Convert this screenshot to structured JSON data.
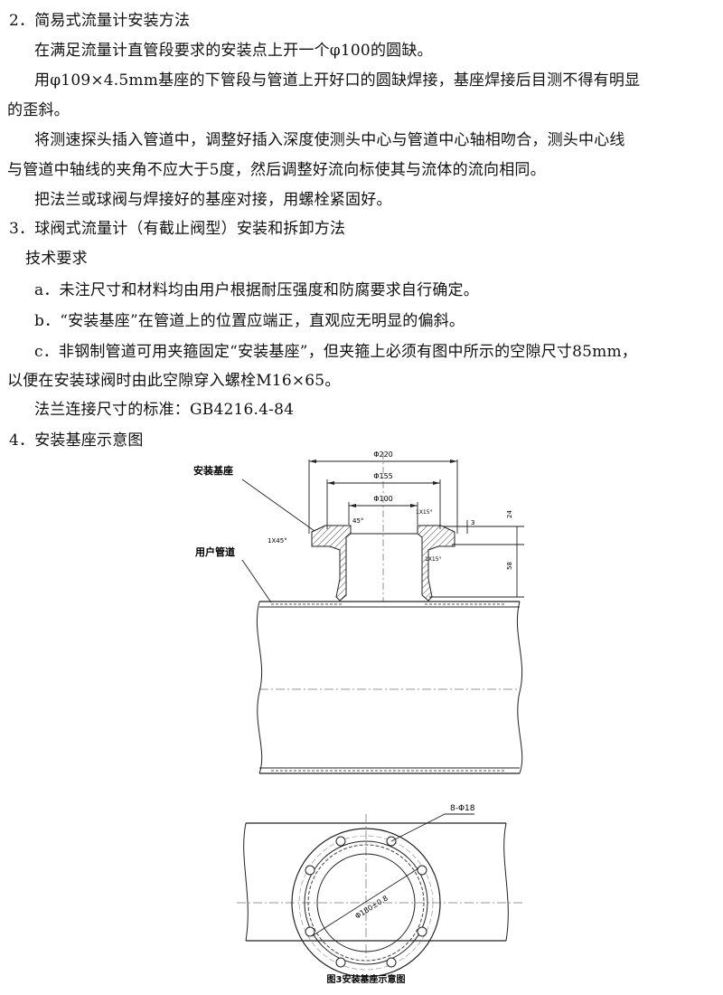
{
  "text": {
    "s2_heading": "2．简易式流量计安装方法",
    "s2_p1": "在满足流量计直管段要求的安装点上开一个φ100的圆缺。",
    "s2_p2a": "用φ109×4.5mm基座的下管段与管道上开好口的圆缺焊接，基座焊接后目测不得有明显",
    "s2_p2b": "的歪斜。",
    "s2_p3a": "将测速探头插入管道中，调整好插入深度使测头中心与管道中心轴相吻合，测头中心线",
    "s2_p3b": "与管道中轴线的夹角不应大于5度，然后调整好流向标使其与流体的流向相同。",
    "s2_p4": "把法兰或球阀与焊接好的基座对接，用螺栓紧固好。",
    "s3_heading": "3．球阀式流量计（有截止阀型）安装和拆卸方法",
    "s3_sub": "技术要求",
    "s3_a": "a．未注尺寸和材料均由用户根据耐压强度和防腐要求自行确定。",
    "s3_b": "b．“安装基座”在管道上的位置应端正，直观应无明显的偏斜。",
    "s3_c1": "c．非钢制管道可用夹箍固定“安装基座”，但夹箍上必须有图中所示的空隙尺寸85mm，",
    "s3_c2": "以便在安装球阀时由此空隙穿入螺栓M16×65。",
    "flange_std": "法兰连接尺寸的标准：GB4216.4-84",
    "s4_heading": "4．安装基座示意图"
  },
  "figure": {
    "label_base": "安装基座",
    "label_pipe": "用户管道",
    "dim_220": "Φ220",
    "dim_155": "Φ155",
    "dim_100": "Φ100",
    "angle_45": "45°",
    "chamfer_1x45": "1X45°",
    "chamfer_1x15_top": "1X15°",
    "chamfer_1x15_bot": "1X15°",
    "dim_3": "3",
    "dim_24": "24",
    "dim_58": "58",
    "holes": "8-Φ18",
    "pcd": "Φ180±0.8",
    "caption": "图3安装基座示意图"
  }
}
